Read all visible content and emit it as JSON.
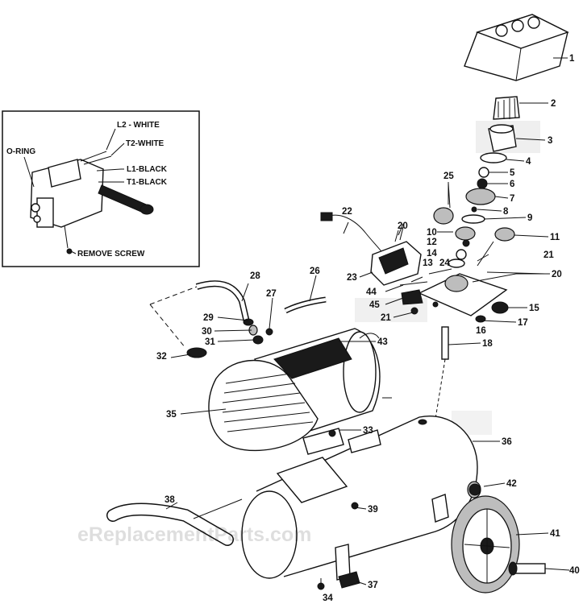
{
  "watermark": "eReplacementParts.com",
  "inset": {
    "labels": {
      "l2": "L2 - WHITE",
      "t2": "T2-WHITE",
      "oring": "O-RING",
      "l1": "L1-BLACK",
      "t1": "T1-BLACK",
      "screw": "REMOVE SCREW"
    }
  },
  "callouts": [
    "1",
    "2",
    "3",
    "4",
    "5",
    "6",
    "7",
    "8",
    "9",
    "10",
    "11",
    "12",
    "13",
    "14",
    "15",
    "16",
    "17",
    "18",
    "20",
    "20",
    "21",
    "21",
    "22",
    "23",
    "24",
    "25",
    "26",
    "27",
    "28",
    "29",
    "30",
    "31",
    "32",
    "33",
    "34",
    "35",
    "36",
    "37",
    "38",
    "39",
    "40",
    "41",
    "42",
    "43",
    "44",
    "45"
  ]
}
